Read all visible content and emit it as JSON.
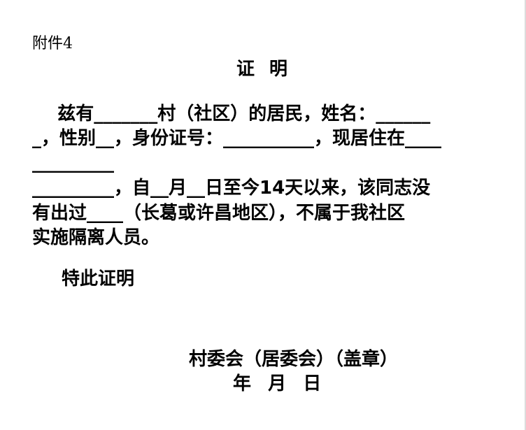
{
  "document": {
    "attachment_label": "附件4",
    "title": "证 明",
    "body_lines": [
      "    兹有_______村（社区）的居民，姓名：______",
      "_，性别__，身份证号：__________，现居住在____",
      "_________",
      "_________，自__月__日至今14天以来，该同志没",
      "有出过____（长葛或许昌地区），不属于我社区",
      "实施隔离人员。"
    ],
    "closing": "特此证明",
    "signature": {
      "organization": "村委会（居委会）（盖章）",
      "date": "年  月  日"
    }
  }
}
